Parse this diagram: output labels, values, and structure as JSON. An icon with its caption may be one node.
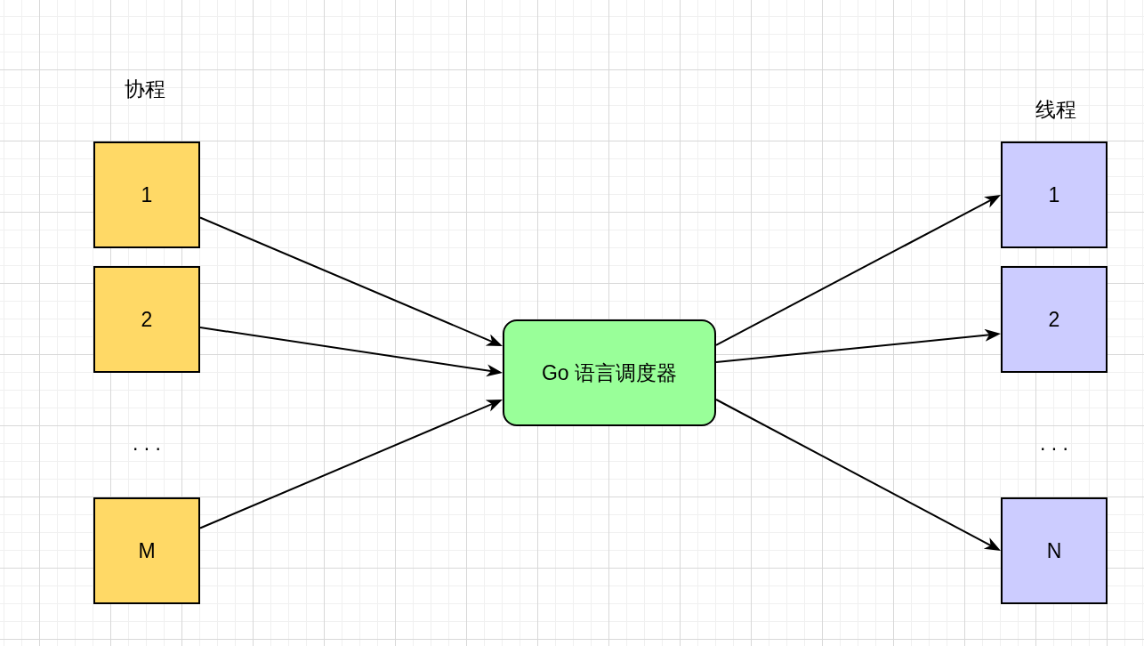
{
  "diagram": {
    "nodes": [
      {
        "text": [
          "1"
        ]
      },
      {
        "text": [
          "2"
        ]
      },
      {
        "text": [
          "M"
        ]
      },
      {
        "text": [
          "Go 语言调度器"
        ]
      },
      {
        "text": [
          "1"
        ]
      },
      {
        "text": [
          "2"
        ]
      },
      {
        "text": [
          "N"
        ]
      }
    ],
    "edges": [
      {
        "from": 0,
        "to": 3,
        "arrow": "to"
      },
      {
        "from": 1,
        "to": 3,
        "arrow": "to"
      },
      {
        "from": 2,
        "to": 3,
        "arrow": "to"
      },
      {
        "from": 3,
        "to": 4,
        "arrow": "to"
      },
      {
        "from": 3,
        "to": 5,
        "arrow": "to"
      },
      {
        "from": 3,
        "to": 6,
        "arrow": "to"
      }
    ],
    "labels": [
      "协程",
      "线程",
      ". . .",
      ". . ."
    ]
  }
}
